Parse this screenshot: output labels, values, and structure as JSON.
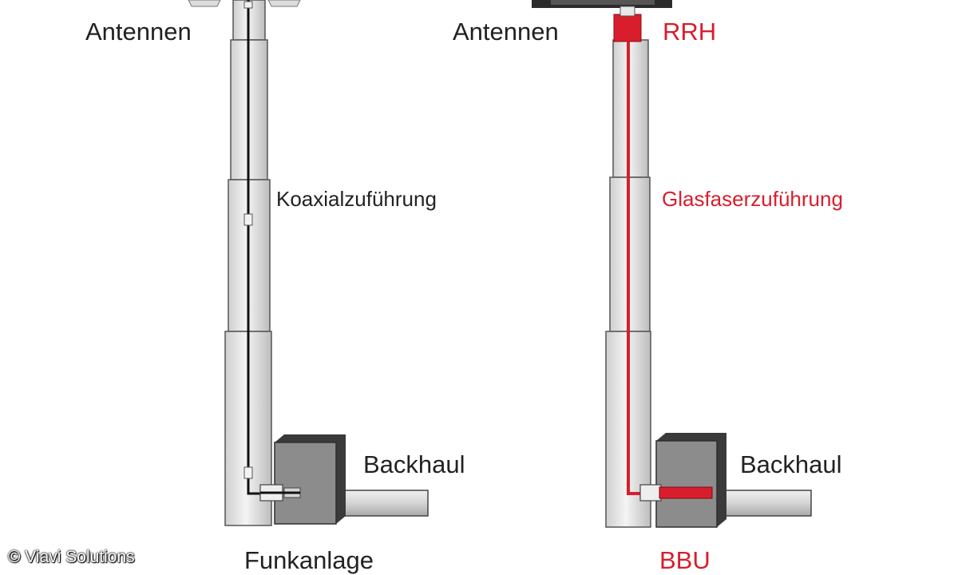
{
  "left_tower": {
    "antenna_label": "Antennen",
    "feed_label": "Koaxialzuführung",
    "backhaul_label": "Backhaul",
    "base_label": "Funkanlage"
  },
  "right_tower": {
    "antenna_label": "Antennen",
    "rrh_label": "RRH",
    "feed_label": "Glasfaserzuführung",
    "backhaul_label": "Backhaul",
    "base_label": "BBU"
  },
  "credit": "© Viavi Solutions",
  "colors": {
    "pole_fill": "#e8e8e8",
    "pole_stroke": "#555555",
    "coax": "#111111",
    "fiber": "#d81e2c",
    "box": "#8c8c8c",
    "box_dark": "#3a3a3a"
  }
}
